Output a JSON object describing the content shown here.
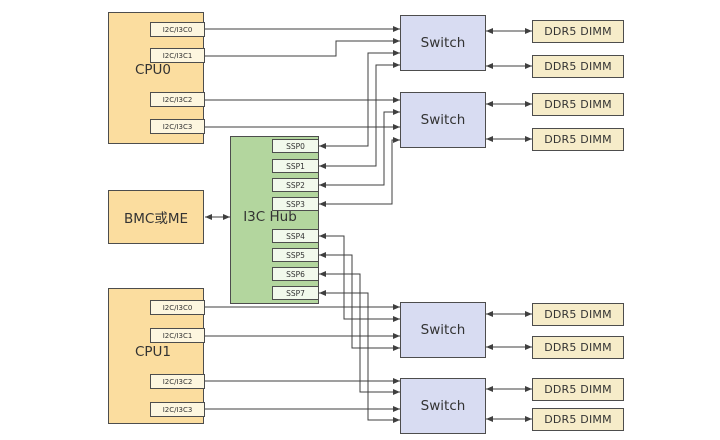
{
  "diagram": {
    "cpu0": {
      "label": "CPU0",
      "ports": [
        "I2C/I3C0",
        "I2C/I3C1",
        "I2C/I3C2",
        "I2C/I3C3"
      ]
    },
    "cpu1": {
      "label": "CPU1",
      "ports": [
        "I2C/I3C0",
        "I2C/I3C1",
        "I2C/I3C2",
        "I2C/I3C3"
      ]
    },
    "bmc": {
      "label": "BMC或ME"
    },
    "hub": {
      "label": "I3C Hub",
      "ports": [
        "SSP0",
        "SSP1",
        "SSP2",
        "SSP3",
        "SSP4",
        "SSP5",
        "SSP6",
        "SSP7"
      ]
    },
    "switches": [
      "Switch",
      "Switch",
      "Switch",
      "Switch"
    ],
    "dimms": [
      "DDR5 DIMM",
      "DDR5 DIMM",
      "DDR5 DIMM",
      "DDR5 DIMM",
      "DDR5 DIMM",
      "DDR5 DIMM",
      "DDR5 DIMM",
      "DDR5 DIMM"
    ],
    "colors": {
      "cpu_fill": "#FBDD9F",
      "tag_fill": "#FDF6DF",
      "hub_fill": "#B3D69E",
      "ssp_fill": "#F2F9EC",
      "switch_fill": "#D8DCF2",
      "dimm_fill": "#F6ECC9",
      "border": "#4d4d4d",
      "line": "#3f3f3f"
    }
  }
}
